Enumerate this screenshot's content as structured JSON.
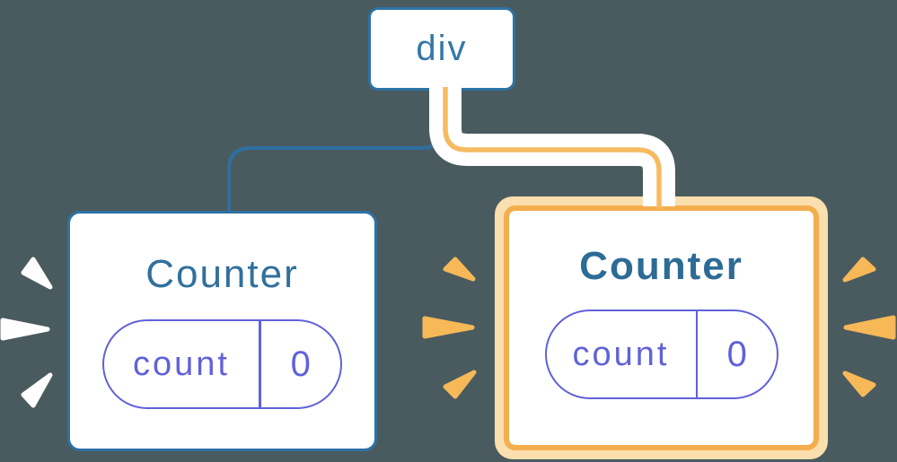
{
  "diagram": {
    "root_node": {
      "label": "div"
    },
    "left_counter": {
      "title": "Counter",
      "state": {
        "label": "count",
        "value": "0"
      },
      "highlighted": false
    },
    "right_counter": {
      "title": "Counter",
      "state": {
        "label": "count",
        "value": "0"
      },
      "highlighted": true
    },
    "colors": {
      "background_matte": "#4A5B5F",
      "node_blue_border": "#2D72A4",
      "node_blue_text": "#31709C",
      "edge_blue": "#2D6FA0",
      "edge_yellow_core": "#F6BB60",
      "edge_casing": "#FFFFFF",
      "highlight_outer": "#FBDFAE",
      "highlight_inner": "#F4AE4E",
      "state_pill_indigo": "#6161D9",
      "spark_white": "#FFFFFF",
      "spark_orange": "#F7B858"
    }
  }
}
